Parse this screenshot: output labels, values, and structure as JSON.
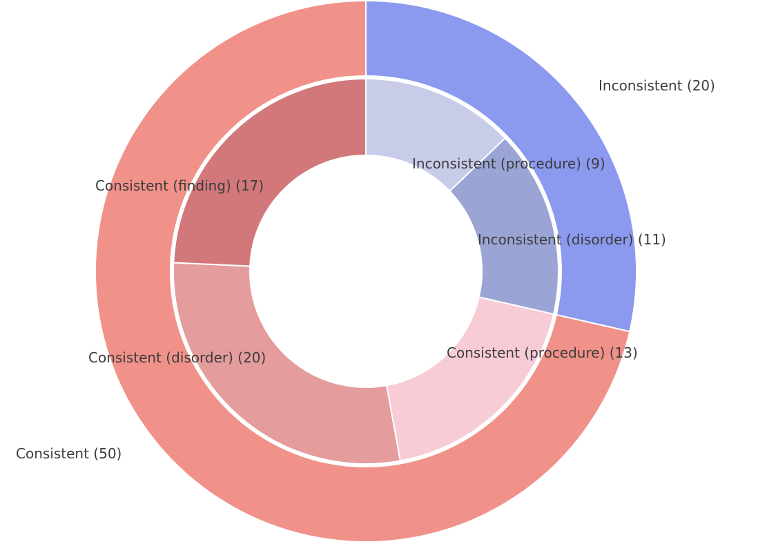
{
  "figure": {
    "background_color": "#ffffff",
    "text_color": "#3c3c3c"
  },
  "chart_data": {
    "type": "pie",
    "variant": "nested-donut",
    "title": "",
    "legend_position": "none",
    "total": 70,
    "rings": [
      {
        "name": "outer",
        "segments": [
          {
            "id": "outer-inconsistent",
            "label": "Inconsistent",
            "value": 20,
            "display": "Inconsistent (20)",
            "color": "#8b9aef"
          },
          {
            "id": "outer-consistent",
            "label": "Consistent",
            "value": 50,
            "display": "Consistent (50)",
            "color": "#f09289"
          }
        ]
      },
      {
        "name": "inner",
        "segments": [
          {
            "id": "inner-inconsistent-procedure",
            "label": "Inconsistent (procedure)",
            "value": 9,
            "display": "Inconsistent (procedure) (9)",
            "color": "#c8cce9"
          },
          {
            "id": "inner-inconsistent-disorder",
            "label": "Inconsistent (disorder)",
            "value": 11,
            "display": "Inconsistent (disorder) (11)",
            "color": "#9aa5d5"
          },
          {
            "id": "inner-consistent-procedure",
            "label": "Consistent (procedure)",
            "value": 13,
            "display": "Consistent (procedure) (13)",
            "color": "#f7ccd4"
          },
          {
            "id": "inner-consistent-disorder",
            "label": "Consistent (disorder)",
            "value": 20,
            "display": "Consistent (disorder) (20)",
            "color": "#e59c9c"
          },
          {
            "id": "inner-consistent-finding",
            "label": "Consistent (finding)",
            "value": 17,
            "display": "Consistent (finding) (17)",
            "color": "#d2787b"
          }
        ]
      }
    ],
    "layout": {
      "center": [
        530,
        393
      ],
      "outer_ring_radii": [
        283,
        392
      ],
      "inner_ring_radii": [
        168,
        279
      ],
      "start_angle_deg": 0,
      "direction": "clockwise",
      "wedge_edge_color": "#ffffff",
      "wedge_edge_width": 2
    }
  }
}
